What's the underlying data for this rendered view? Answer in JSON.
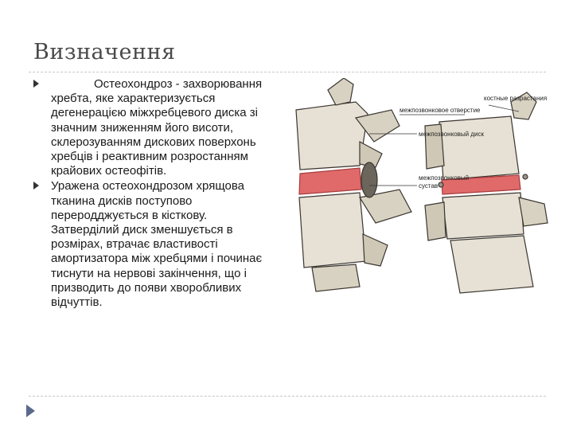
{
  "slide": {
    "title": "Визначення",
    "bullets": [
      "Остеохондроз - захворювання хребта, яке характеризується дегенерацією міжхребцевого диска зі значним зниженням його висоти, склерозуванням дискових поверхонь хребців і реактивним розростанням крайових остеофітів.",
      "Уражена остеохондрозом хрящова тканина дисків поступово переродджується в кісткову. Затверділий диск зменшується в розмірах, втрачає властивості амортизатора між хребцями і починає тиснути на нервові закінчення, що і призводить до появи хворобливих відчуттів."
    ]
  },
  "figure": {
    "labels": {
      "foramen": "межпозвонковое отверстие",
      "osteophytes": "костные разрастания",
      "disc": "межпозвонковый диск",
      "joint_line1": "межпозвонковый",
      "joint_line2": "сустав"
    },
    "colors": {
      "disc": "#e06a6a",
      "bone": "#e6e1d4",
      "bone_shade": "#9a948a"
    }
  },
  "nav": {
    "icon": "play-triangle-icon"
  }
}
